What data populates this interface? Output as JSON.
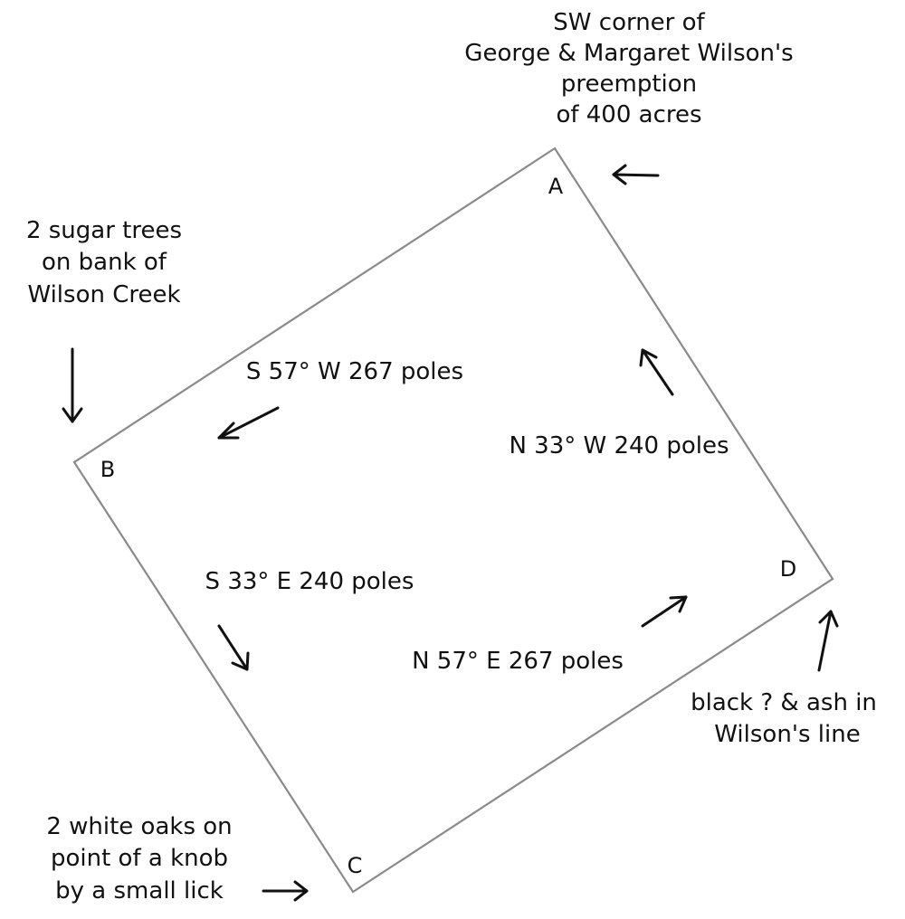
{
  "corners": {
    "a": "A",
    "b": "B",
    "c": "C",
    "d": "D"
  },
  "calls": {
    "a_to_b": "S 57° W 267 poles",
    "b_to_c": "S 33° E 240 poles",
    "c_to_d": "N 57° E 267 poles",
    "d_to_a": "N 33° W 240 poles"
  },
  "markers": {
    "a": [
      "SW corner of",
      "George & Margaret Wilson's",
      "preemption",
      "of 400 acres"
    ],
    "b": [
      "2 sugar trees",
      "on bank of",
      "Wilson Creek"
    ],
    "c": [
      "2 white oaks on",
      "point of a knob",
      "by a small lick"
    ],
    "d": [
      "black ? & ash in",
      "Wilson's line"
    ]
  }
}
